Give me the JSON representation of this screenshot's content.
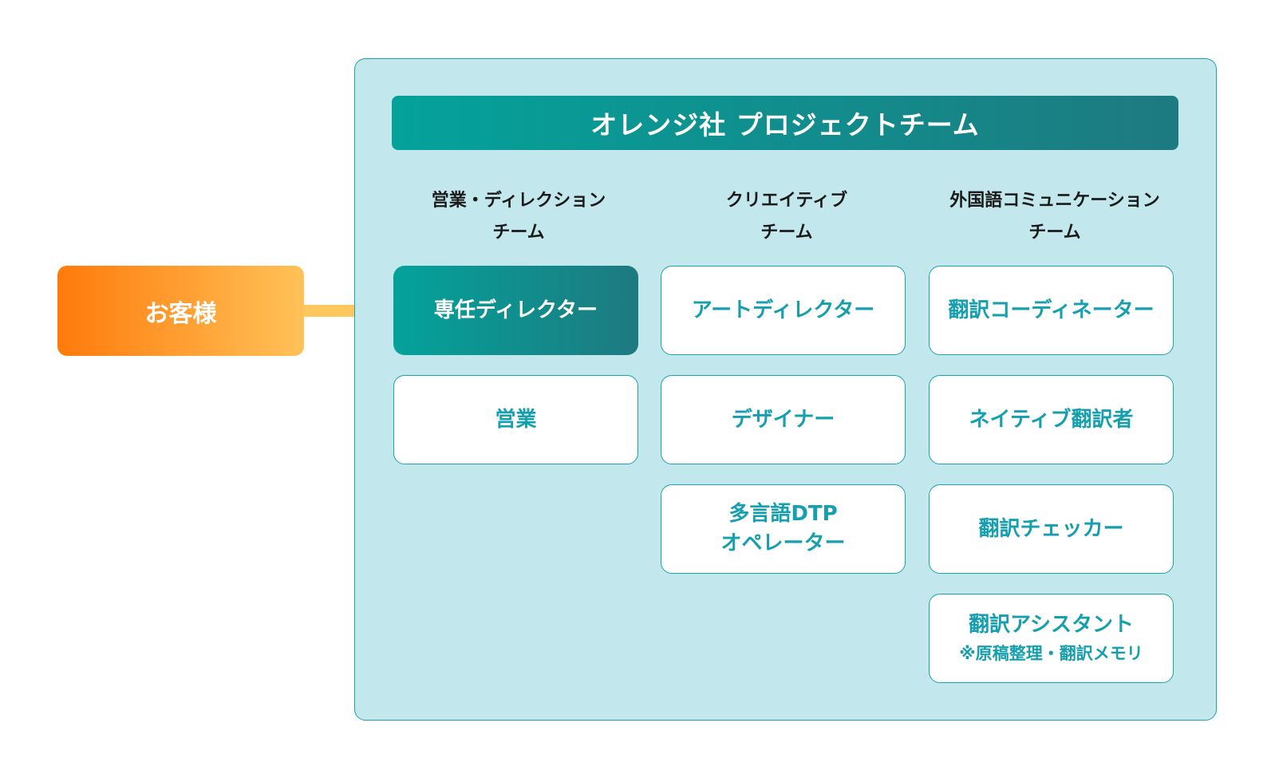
{
  "customer": {
    "label": "お客様"
  },
  "project_team": {
    "title": "オレンジ社 プロジェクトチーム"
  },
  "columns": [
    {
      "heading_line1": "営業・ディレクション",
      "heading_line2": "チーム",
      "roles": [
        {
          "label": "専任ディレクター",
          "highlight": true
        },
        {
          "label": "営業"
        }
      ]
    },
    {
      "heading_line1": "クリエイティブ",
      "heading_line2": "チーム",
      "roles": [
        {
          "label": "アートディレクター"
        },
        {
          "label": "デザイナー"
        },
        {
          "label_line1": "多言語DTP",
          "label_line2": "オペレーター"
        }
      ]
    },
    {
      "heading_line1": "外国語コミュニケーション",
      "heading_line2": "チーム",
      "roles": [
        {
          "label": "翻訳コーディネーター"
        },
        {
          "label": "ネイティブ翻訳者"
        },
        {
          "label": "翻訳チェッカー"
        },
        {
          "label": "翻訳アシスタント",
          "note": "※原稿整理・翻訳メモリ"
        }
      ]
    }
  ],
  "colors": {
    "teal_start": "#04a29b",
    "teal_end": "#1d7a80",
    "panel_bg": "#c2e7ec",
    "box_border": "#1aa3ad",
    "box_text": "#169fae",
    "orange_start": "#ff7a0b",
    "orange_end": "#ffc258",
    "connector": "#ffc75e"
  }
}
